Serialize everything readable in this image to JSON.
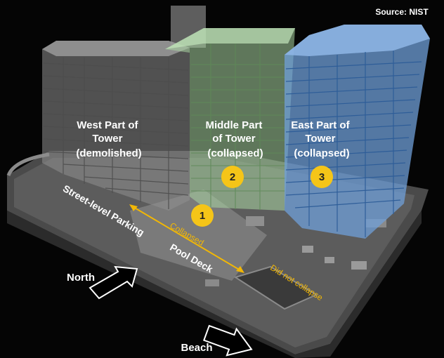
{
  "source": "Source: NIST",
  "labels": {
    "west": [
      "West Part of",
      "Tower",
      "(demolished)"
    ],
    "middle": [
      "Middle Part",
      "of Tower",
      "(collapsed)"
    ],
    "east": [
      "East Part of",
      "Tower",
      "(collapsed)"
    ],
    "street_parking": "Street-level Parking",
    "pool_deck": "Pool Deck",
    "collapsed": "Collapsed",
    "did_not_collapse": "Did not collapse",
    "north": "North",
    "beach": "Beach"
  },
  "markers": [
    "1",
    "2",
    "3"
  ],
  "colors": {
    "west_tower": "#8f8f8f",
    "middle_tower": "#a9d6a3",
    "east_tower": "#6f9fd8",
    "marker": "#f5c518",
    "annotation": "#f2b705"
  }
}
